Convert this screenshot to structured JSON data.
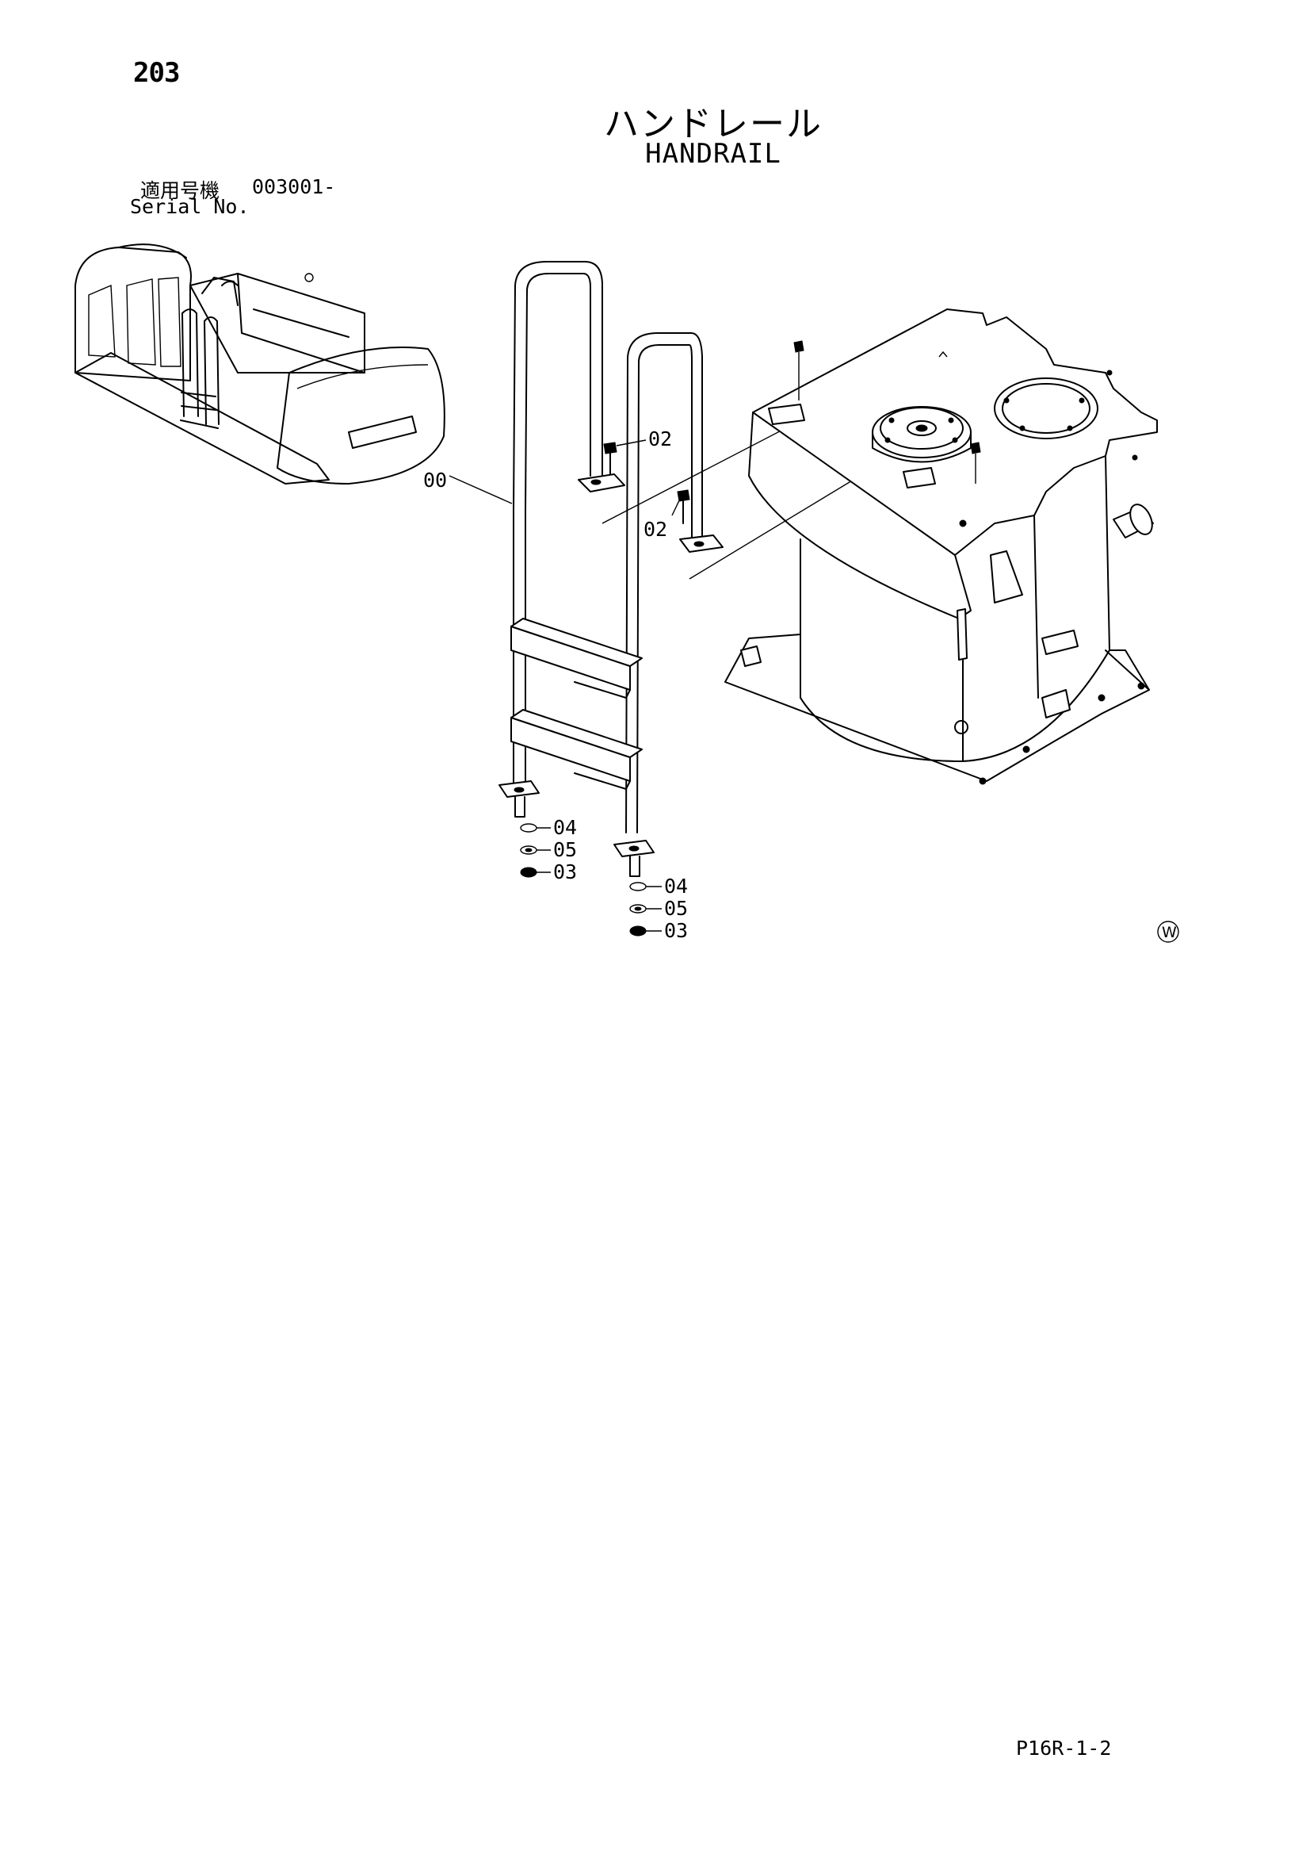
{
  "page": {
    "number": "203",
    "title_jp": "ハンドレール",
    "title_en": "HANDRAIL",
    "serial_label_jp": "適用号機",
    "serial_value": "003001-",
    "serial_label_en": "Serial No.",
    "footer_code": "P16R-1-2",
    "watermark_mark": "W"
  },
  "callouts": {
    "c00": "00",
    "c02a": "02",
    "c02b": "02",
    "c04a": "04",
    "c05a": "05",
    "c03a": "03",
    "c04b": "04",
    "c05b": "05",
    "c03b": "03"
  }
}
